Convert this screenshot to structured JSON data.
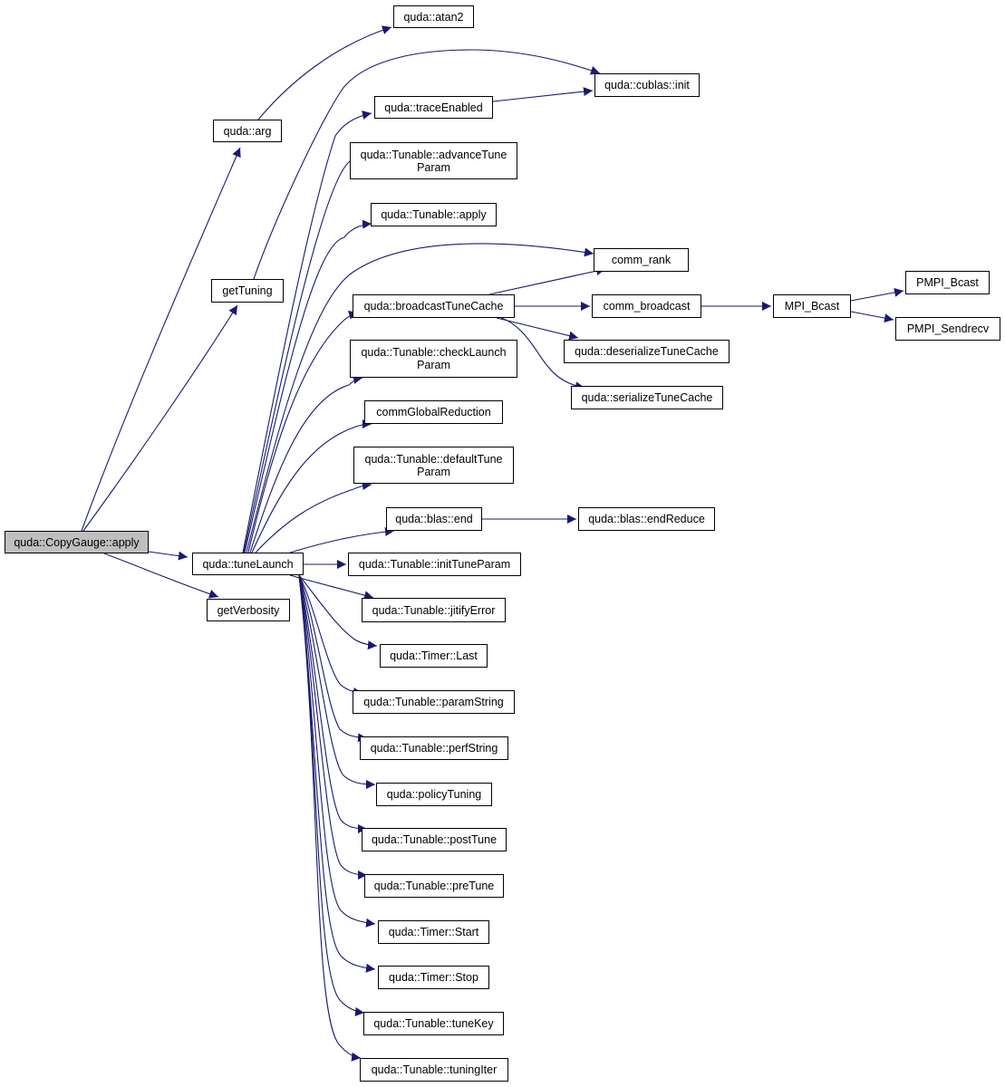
{
  "colors": {
    "edge": "#191970",
    "root_fill": "#bfbfbf",
    "node_fill": "#ffffff",
    "node_border": "#000000"
  },
  "nodes": {
    "copygauge_apply": "quda::CopyGauge::apply",
    "arg": "quda::arg",
    "atan2": "quda::atan2",
    "getTuning": "getTuning",
    "cublas_init": "quda::cublas::init",
    "getVerbosity": "getVerbosity",
    "tuneLaunch": "quda::tuneLaunch",
    "traceEnabled": "quda::traceEnabled",
    "advanceTuneParam_1": "quda::Tunable::advanceTune",
    "advanceTuneParam_2": "Param",
    "tunable_apply": "quda::Tunable::apply",
    "comm_rank": "comm_rank",
    "broadcastTuneCache": "quda::broadcastTuneCache",
    "comm_broadcast": "comm_broadcast",
    "MPI_Bcast": "MPI_Bcast",
    "PMPI_Bcast": "PMPI_Bcast",
    "PMPI_Sendrecv": "PMPI_Sendrecv",
    "deserializeTuneCache": "quda::deserializeTuneCache",
    "serializeTuneCache": "quda::serializeTuneCache",
    "checkLaunchParam_1": "quda::Tunable::checkLaunch",
    "checkLaunchParam_2": "Param",
    "commGlobalReduction": "commGlobalReduction",
    "defaultTuneParam_1": "quda::Tunable::defaultTune",
    "defaultTuneParam_2": "Param",
    "blas_end": "quda::blas::end",
    "endReduce": "quda::blas::endReduce",
    "initTuneParam": "quda::Tunable::initTuneParam",
    "jitifyError": "quda::Tunable::jitifyError",
    "timer_last": "quda::Timer::Last",
    "paramString": "quda::Tunable::paramString",
    "perfString": "quda::Tunable::perfString",
    "policyTuning": "quda::policyTuning",
    "postTune": "quda::Tunable::postTune",
    "preTune": "quda::Tunable::preTune",
    "timer_start": "quda::Timer::Start",
    "timer_stop": "quda::Timer::Stop",
    "tuneKey": "quda::Tunable::tuneKey",
    "tuningIter": "quda::Tunable::tuningIter"
  },
  "edges": [
    [
      "copygauge_apply",
      "arg"
    ],
    [
      "copygauge_apply",
      "getTuning"
    ],
    [
      "copygauge_apply",
      "tuneLaunch"
    ],
    [
      "copygauge_apply",
      "getVerbosity"
    ],
    [
      "arg",
      "atan2"
    ],
    [
      "getTuning",
      "cublas_init"
    ],
    [
      "tuneLaunch",
      "traceEnabled"
    ],
    [
      "traceEnabled",
      "cublas_init"
    ],
    [
      "tuneLaunch",
      "advanceTuneParam"
    ],
    [
      "tuneLaunch",
      "tunable_apply"
    ],
    [
      "tuneLaunch",
      "comm_rank"
    ],
    [
      "tuneLaunch",
      "broadcastTuneCache"
    ],
    [
      "broadcastTuneCache",
      "comm_rank"
    ],
    [
      "broadcastTuneCache",
      "comm_broadcast"
    ],
    [
      "comm_broadcast",
      "MPI_Bcast"
    ],
    [
      "MPI_Bcast",
      "PMPI_Bcast"
    ],
    [
      "MPI_Bcast",
      "PMPI_Sendrecv"
    ],
    [
      "broadcastTuneCache",
      "deserializeTuneCache"
    ],
    [
      "broadcastTuneCache",
      "serializeTuneCache"
    ],
    [
      "tuneLaunch",
      "checkLaunchParam"
    ],
    [
      "tuneLaunch",
      "commGlobalReduction"
    ],
    [
      "tuneLaunch",
      "defaultTuneParam"
    ],
    [
      "tuneLaunch",
      "blas_end"
    ],
    [
      "blas_end",
      "endReduce"
    ],
    [
      "tuneLaunch",
      "initTuneParam"
    ],
    [
      "tuneLaunch",
      "jitifyError"
    ],
    [
      "tuneLaunch",
      "timer_last"
    ],
    [
      "tuneLaunch",
      "paramString"
    ],
    [
      "tuneLaunch",
      "perfString"
    ],
    [
      "tuneLaunch",
      "policyTuning"
    ],
    [
      "tuneLaunch",
      "postTune"
    ],
    [
      "tuneLaunch",
      "preTune"
    ],
    [
      "tuneLaunch",
      "timer_start"
    ],
    [
      "tuneLaunch",
      "timer_stop"
    ],
    [
      "tuneLaunch",
      "tuneKey"
    ],
    [
      "tuneLaunch",
      "tuningIter"
    ]
  ]
}
